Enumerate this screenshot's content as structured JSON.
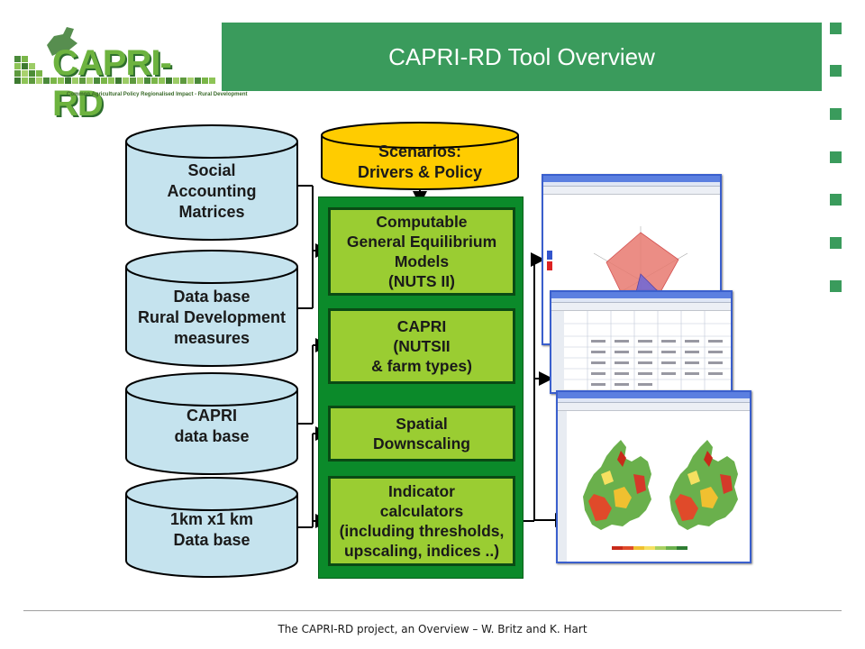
{
  "header": {
    "logo_text": "CAPRI-RD",
    "logo_subtitle": "Common Agricultural Policy Regionalised Impact - Rural Development",
    "title": "CAPRI-RD Tool Overview"
  },
  "inputs": [
    {
      "line1": "Social",
      "line2": "Accounting",
      "line3": "Matrices"
    },
    {
      "line1": "Data base",
      "line2": "Rural Development",
      "line3": "measures"
    },
    {
      "line1": "CAPRI",
      "line2": "data base"
    },
    {
      "line1": "1km x1 km",
      "line2": "Data base"
    }
  ],
  "scenarios": {
    "line1": "Scenarios:",
    "line2": "Drivers & Policy"
  },
  "models": [
    {
      "line1": "Computable",
      "line2": "General Equilibrium",
      "line3": "Models",
      "line4": "(NUTS II)"
    },
    {
      "line1": "CAPRI",
      "line2": "(NUTSII",
      "line3": "& farm types)"
    },
    {
      "line1": "Spatial",
      "line2": "Downscaling"
    },
    {
      "line1": "Indicator",
      "line2": "calculators",
      "line3": "(including thresholds,",
      "line4": "upscaling, indices ..)"
    }
  ],
  "colors": {
    "accent": "#3a9b5c",
    "cylinder_fill": "#c5e3ee",
    "scenario_fill": "#ffcc00",
    "frame_green": "#0b8a2a",
    "box_green": "#9acd32"
  },
  "footer": {
    "text": "The CAPRI-RD project, an Overview – W. Britz and K. Hart"
  }
}
